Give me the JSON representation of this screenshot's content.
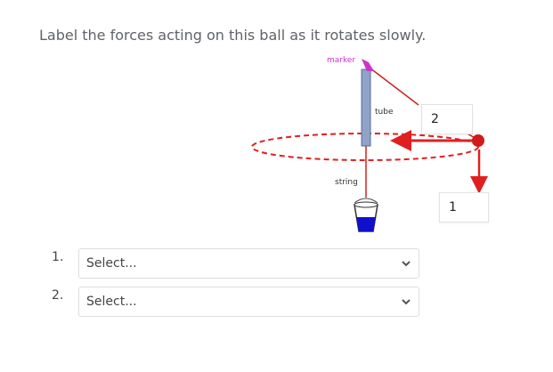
{
  "question": {
    "prompt": "Label the forces acting on this ball as it rotates slowly."
  },
  "diagram": {
    "labels": {
      "marker": "marker",
      "tube": "tube",
      "string": "string"
    },
    "colors": {
      "arrow": "#e02020",
      "orbit": "#e02020",
      "ball": "#d11a1a",
      "marker": "#cc33cc",
      "tube": "#8fa3c7",
      "bucket_water": "#1010cc"
    }
  },
  "answer_boxes": [
    {
      "value": "2"
    },
    {
      "value": "1"
    }
  ],
  "selects": [
    {
      "number": "1.",
      "value": "Select..."
    },
    {
      "number": "2.",
      "value": "Select..."
    }
  ]
}
